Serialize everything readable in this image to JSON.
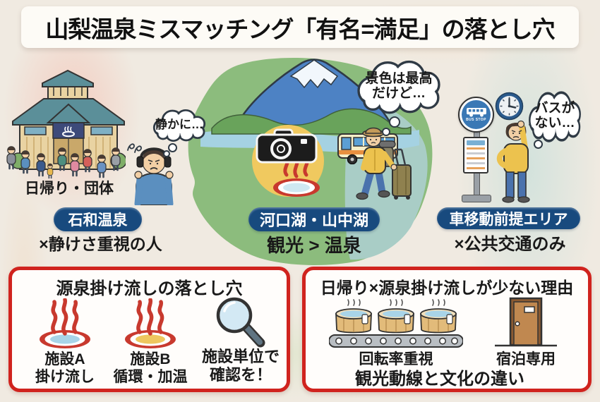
{
  "title": "山梨温泉ミスマッチング「有名=満足」の落とし穴",
  "colors": {
    "accent_red": "#d0231e",
    "badge_navy": "#184a7e",
    "map_green": "#8cbc7d",
    "map_teal": "#a9cdc6",
    "fuji_blue": "#4d82c4",
    "lake_blue": "#a5d2e2",
    "sun_yellow": "#f0c95f",
    "onsen_red": "#c8392e",
    "water_blue": "#a8d4e8",
    "water_yellow": "#eec75f"
  },
  "scenes": {
    "isawa": {
      "bubble": "静かに…",
      "caption": "日帰り・団体",
      "badge": "石和温泉",
      "warning": "×静けさ重視の人"
    },
    "lakes": {
      "bubble_line1": "景色は最高",
      "bubble_line2": "だけど…",
      "badge": "河口湖・山中湖",
      "comparison": "観光 > 温泉"
    },
    "car_area": {
      "bubble_line1": "バスが",
      "bubble_line2": "ない…",
      "bus_stop_sign": "BUS STOP",
      "badge": "車移動前提エリア",
      "warning": "×公共交通のみ"
    }
  },
  "panels": {
    "pitfall": {
      "title": "源泉掛け流しの落とし穴",
      "items": [
        {
          "line1": "施設A",
          "line2": "掛け流し"
        },
        {
          "line1": "施設B",
          "line2": "循環・加温"
        },
        {
          "line1": "施設単位で",
          "line2": "確認を！"
        }
      ]
    },
    "reason": {
      "title": "日帰り×源泉掛け流しが少ない理由",
      "items": [
        {
          "label": "回転率重視"
        },
        {
          "label": "宿泊専用"
        }
      ],
      "footer": "観光動線と文化の違い"
    }
  }
}
